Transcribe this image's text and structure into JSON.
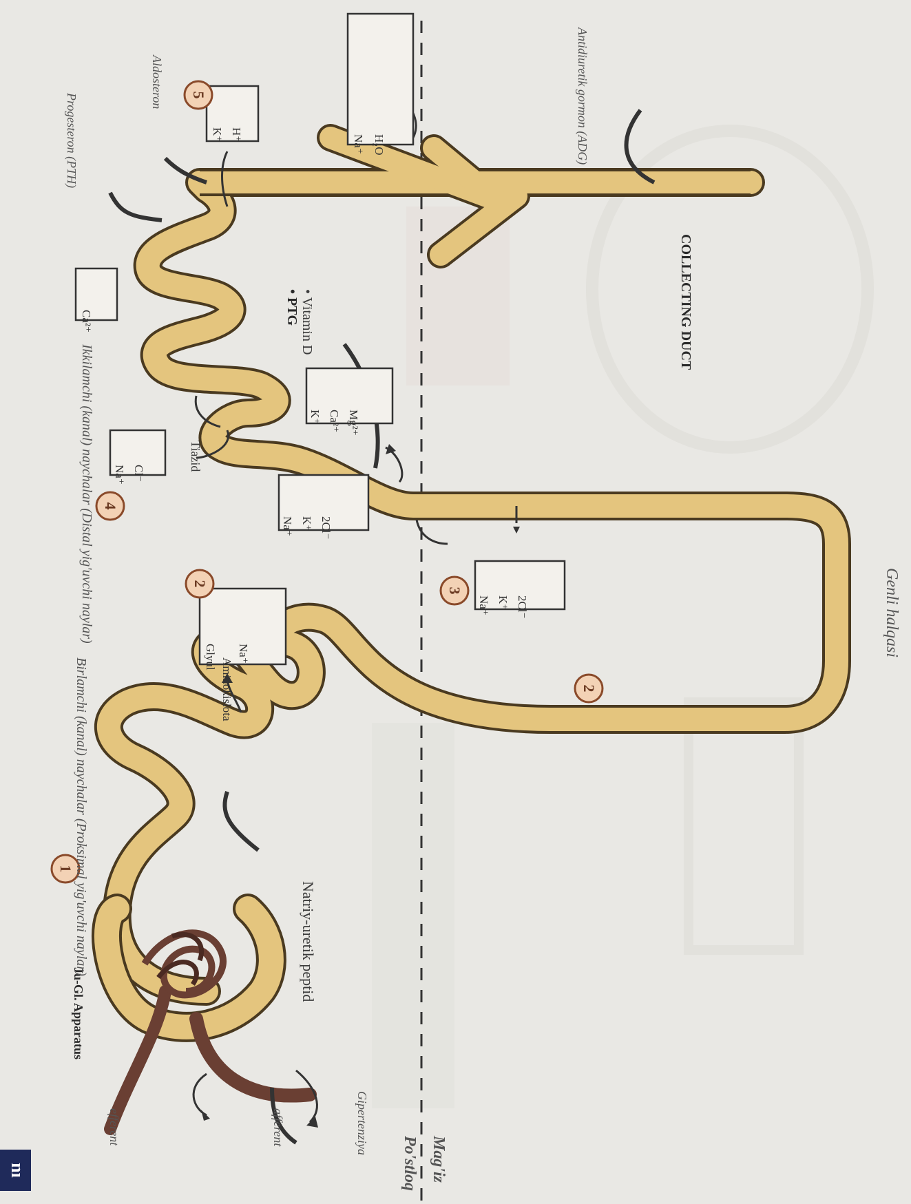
{
  "badge": "nı",
  "zones": {
    "cortex": "Po'stloq",
    "medulla": "Mag'iz"
  },
  "labels": {
    "jg_apparatus": "Ju-Gl. Apparatus",
    "natriuretic": "Natriy-uretik peptid",
    "efferent": "efferent",
    "afferent": "afferent",
    "hypertension": "Gipertenziya",
    "proximal": "Birlamchi (kanal)  naychalar (Proksimal yig'uvchi naylar)",
    "loop": "Genli halqasi",
    "distal": "Ikkilamchi (kanal) naychalar (Distal yig'uvchi naylar)",
    "to_pth": "• PTG",
    "to_vitd": "• Vitamin D",
    "tiazid": "Tiazid",
    "aldosterone": "Aldosteron",
    "progesterone": "Progesteron (PTH)",
    "adh": "Antidiuretik gormon (ADG)",
    "collecting_duct": "COLLECTING DUCT"
  },
  "steps": [
    "1",
    "2",
    "3",
    "4",
    "5",
    "2"
  ],
  "boxes": {
    "box_proximal": [
      "Glyul",
      "Aminokislota",
      "Na⁺"
    ],
    "box_loop_desc": [
      "Na⁺",
      "K⁺",
      "2Cl⁻"
    ],
    "box_loop_asc": [
      "Na⁺",
      "K⁺",
      "2Cl⁻"
    ],
    "box_distal_nacl": [
      "Na⁺",
      "Cl⁻"
    ],
    "box_distal_ions": [
      "K⁺",
      "Ca²⁺",
      "Mg²⁺"
    ],
    "box_ca": [
      "Ca²⁺"
    ],
    "box_kh": [
      "K⁺",
      "H⁺"
    ],
    "box_water": [
      "Na⁺",
      "H₂O"
    ]
  },
  "colors": {
    "tubule": "#e4c57e",
    "tubule_outline": "#4a3a20",
    "glomerulus": "#6a3f33",
    "circle_fill": "#f3d2b5",
    "circle_stroke": "#8a4a2a"
  }
}
